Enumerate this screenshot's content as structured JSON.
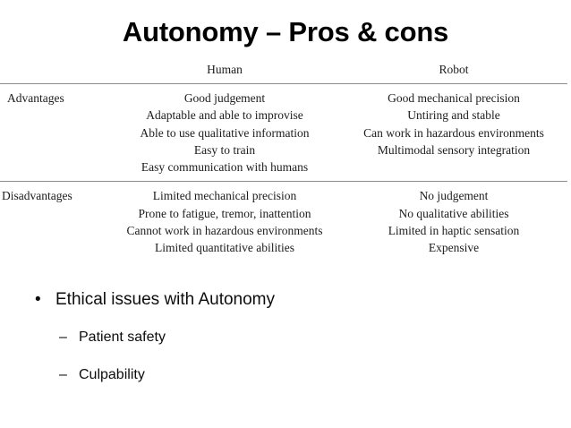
{
  "slide": {
    "title": "Autonomy – Pros & cons"
  },
  "table": {
    "headers": {
      "label_column": "",
      "human": "Human",
      "robot": "Robot"
    },
    "rows": [
      {
        "label": "Advantages",
        "human": [
          "Good judgement",
          "Adaptable and able to improvise",
          "Able to use qualitative information",
          "Easy to train",
          "Easy communication with humans"
        ],
        "robot": [
          "Good mechanical precision",
          "Untiring and stable",
          "Can work in hazardous environments",
          "Multimodal sensory integration"
        ]
      },
      {
        "label": "Disadvantages",
        "human": [
          "Limited mechanical precision",
          "Prone to fatigue, tremor, inattention",
          "Cannot work in hazardous environments",
          "Limited quantitative abilities"
        ],
        "robot": [
          "No judgement",
          "No qualitative abilities",
          "Limited in haptic sensation",
          "Expensive"
        ]
      }
    ]
  },
  "bullets": {
    "level1_marker": "•",
    "level2_marker": "–",
    "items": [
      {
        "level": 1,
        "text": "Ethical issues with Autonomy"
      },
      {
        "level": 2,
        "text": "Patient safety"
      },
      {
        "level": 2,
        "text": "Culpability"
      }
    ]
  },
  "colors": {
    "background": "#ffffff",
    "text": "#000000",
    "table_text": "#1c1c1c",
    "rule": "#8d8d8d"
  }
}
